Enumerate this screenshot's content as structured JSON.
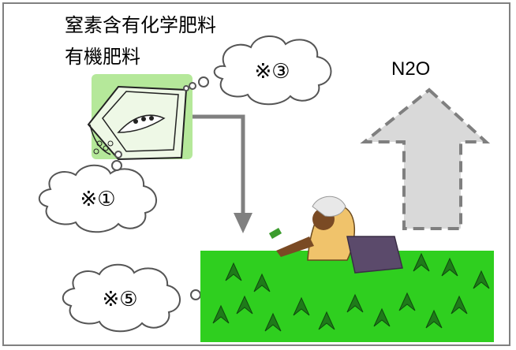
{
  "title_lines": [
    "窒素含有化学肥料",
    "有機肥料"
  ],
  "gas_label": "N2O",
  "notes": {
    "note1": "※①",
    "note3": "※③",
    "note5": "※⑤"
  },
  "colors": {
    "frame": "#808080",
    "arrow_fill": "#d9d9d9",
    "arrow_border": "#7f7f7f",
    "flow_arrow": "#808080",
    "bag_bg": "#b5e89a",
    "field_green": "#2fcf1f"
  }
}
